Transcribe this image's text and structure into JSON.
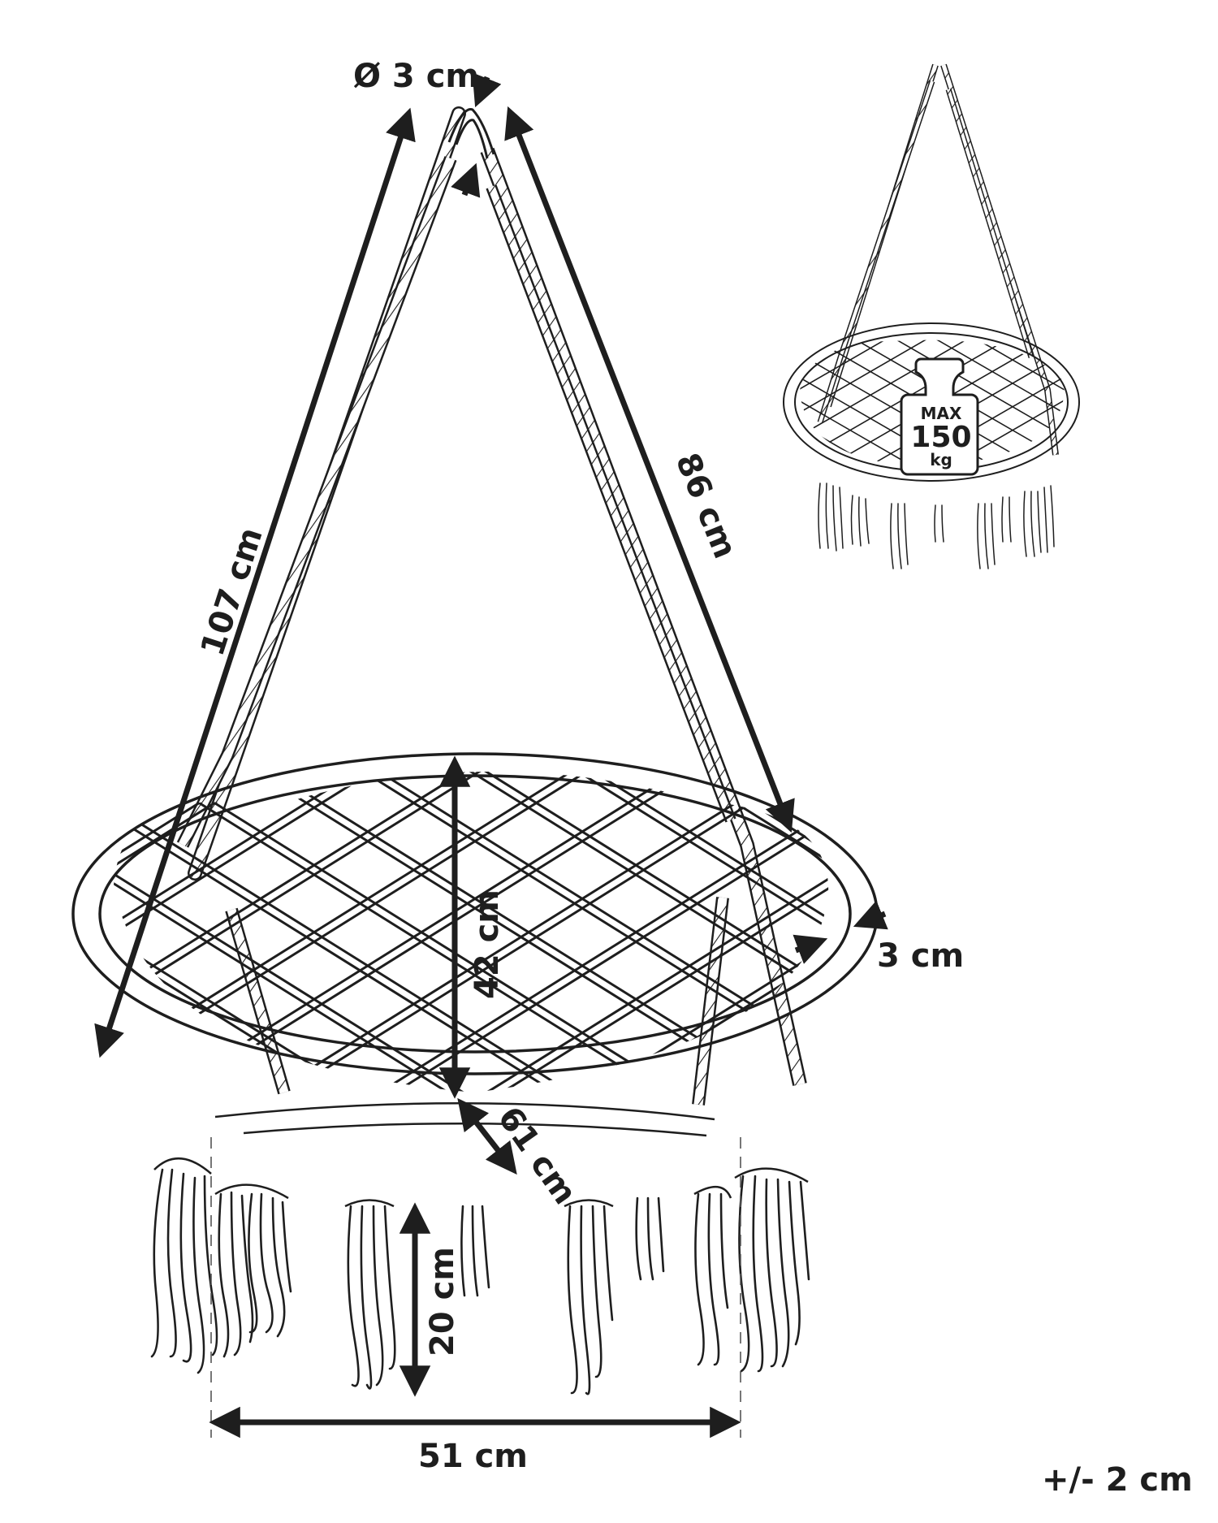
{
  "diagram": {
    "subject": "Hanging macramé swing chair with rope suspension and fringe",
    "colors": {
      "ink": "#1e1e1e",
      "background": "#ffffff"
    },
    "dimensions": {
      "rope_diameter": "Ø 3 cm",
      "rope_length_left": "107 cm",
      "rope_length_right": "86 cm",
      "ring_thickness": "3 cm",
      "seat_depth": "42 cm",
      "seat_diameter": "61 cm",
      "fringe_length": "20 cm",
      "fringe_span_width": "51 cm"
    },
    "tolerance": "+/- 2 cm",
    "inset": {
      "description": "Small swing chair illustration with weight icon",
      "weight_badge": {
        "line1": "MAX",
        "line2": "150",
        "line3": "kg"
      }
    }
  }
}
